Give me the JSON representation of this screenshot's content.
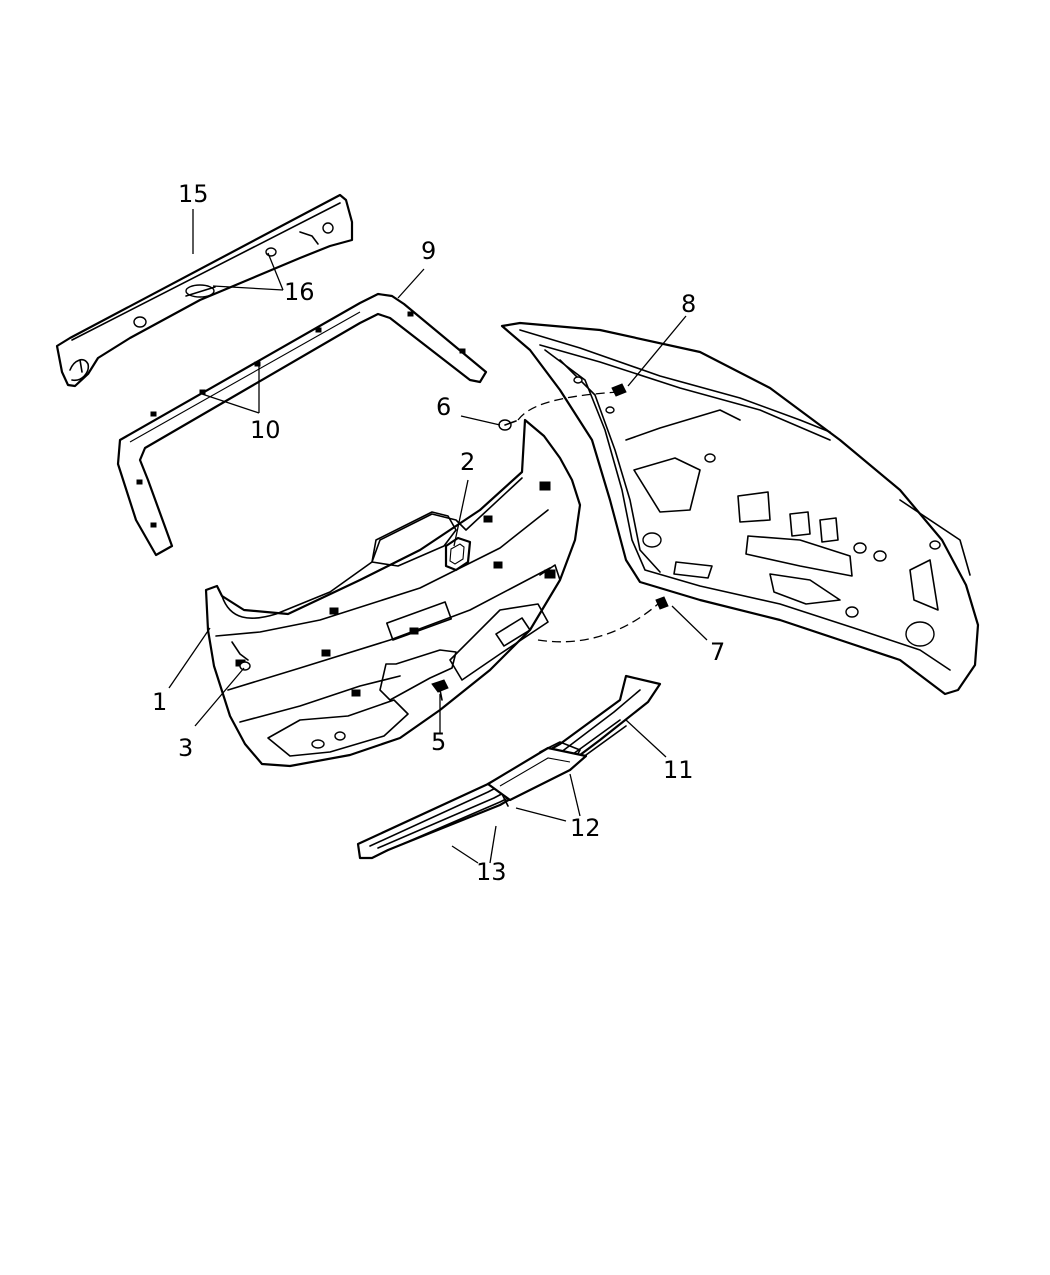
{
  "callouts": {
    "c1": "1",
    "c2": "2",
    "c3": "3",
    "c5": "5",
    "c6": "6",
    "c7": "7",
    "c8": "8",
    "c9": "9",
    "c10": "10",
    "c11": "11",
    "c12": "12",
    "c13": "13",
    "c15": "15",
    "c16": "16"
  }
}
